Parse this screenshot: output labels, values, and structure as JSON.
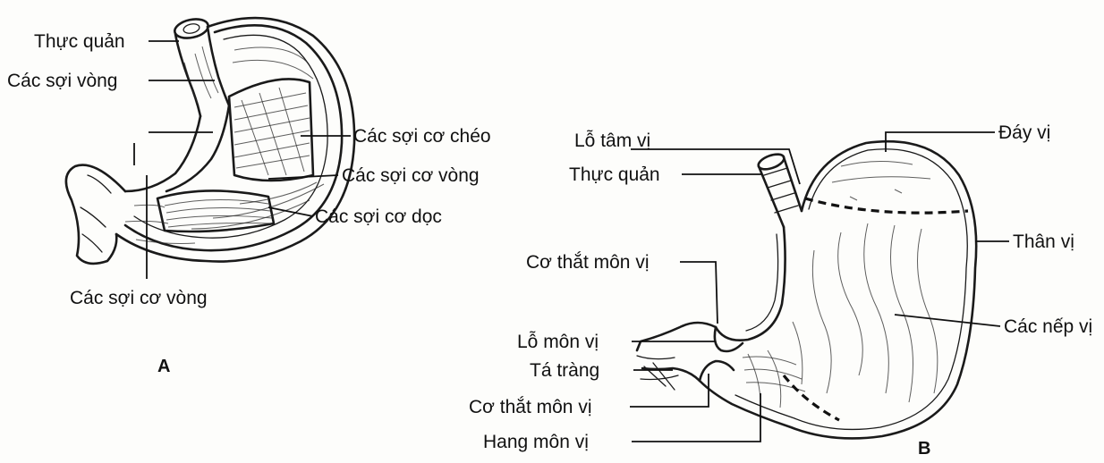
{
  "figure_a": {
    "panel_letter": "A",
    "labels": {
      "esophagus": "Thực quản",
      "circular_fibers_top": "Các sợi vòng",
      "oblique_muscle": "Các sợi cơ chéo",
      "circular_muscle_right": "Các sợi cơ vòng",
      "longitudinal_muscle": "Các sợi cơ dọc",
      "circular_muscle_bottom": "Các sợi cơ vòng"
    }
  },
  "figure_b": {
    "panel_letter": "B",
    "labels": {
      "cardiac_orifice": "Lỗ tâm vị",
      "esophagus": "Thực quản",
      "fundus": "Đáy vị",
      "body": "Thân vị",
      "gastric_folds": "Các nếp vị",
      "pyloric_sphincter_top": "Cơ thắt môn vị",
      "pyloric_orifice": "Lỗ môn vị",
      "duodenum": "Tá tràng",
      "pyloric_sphincter_bottom": "Cơ thắt môn vị",
      "pyloric_antrum": "Hang môn vị"
    }
  }
}
